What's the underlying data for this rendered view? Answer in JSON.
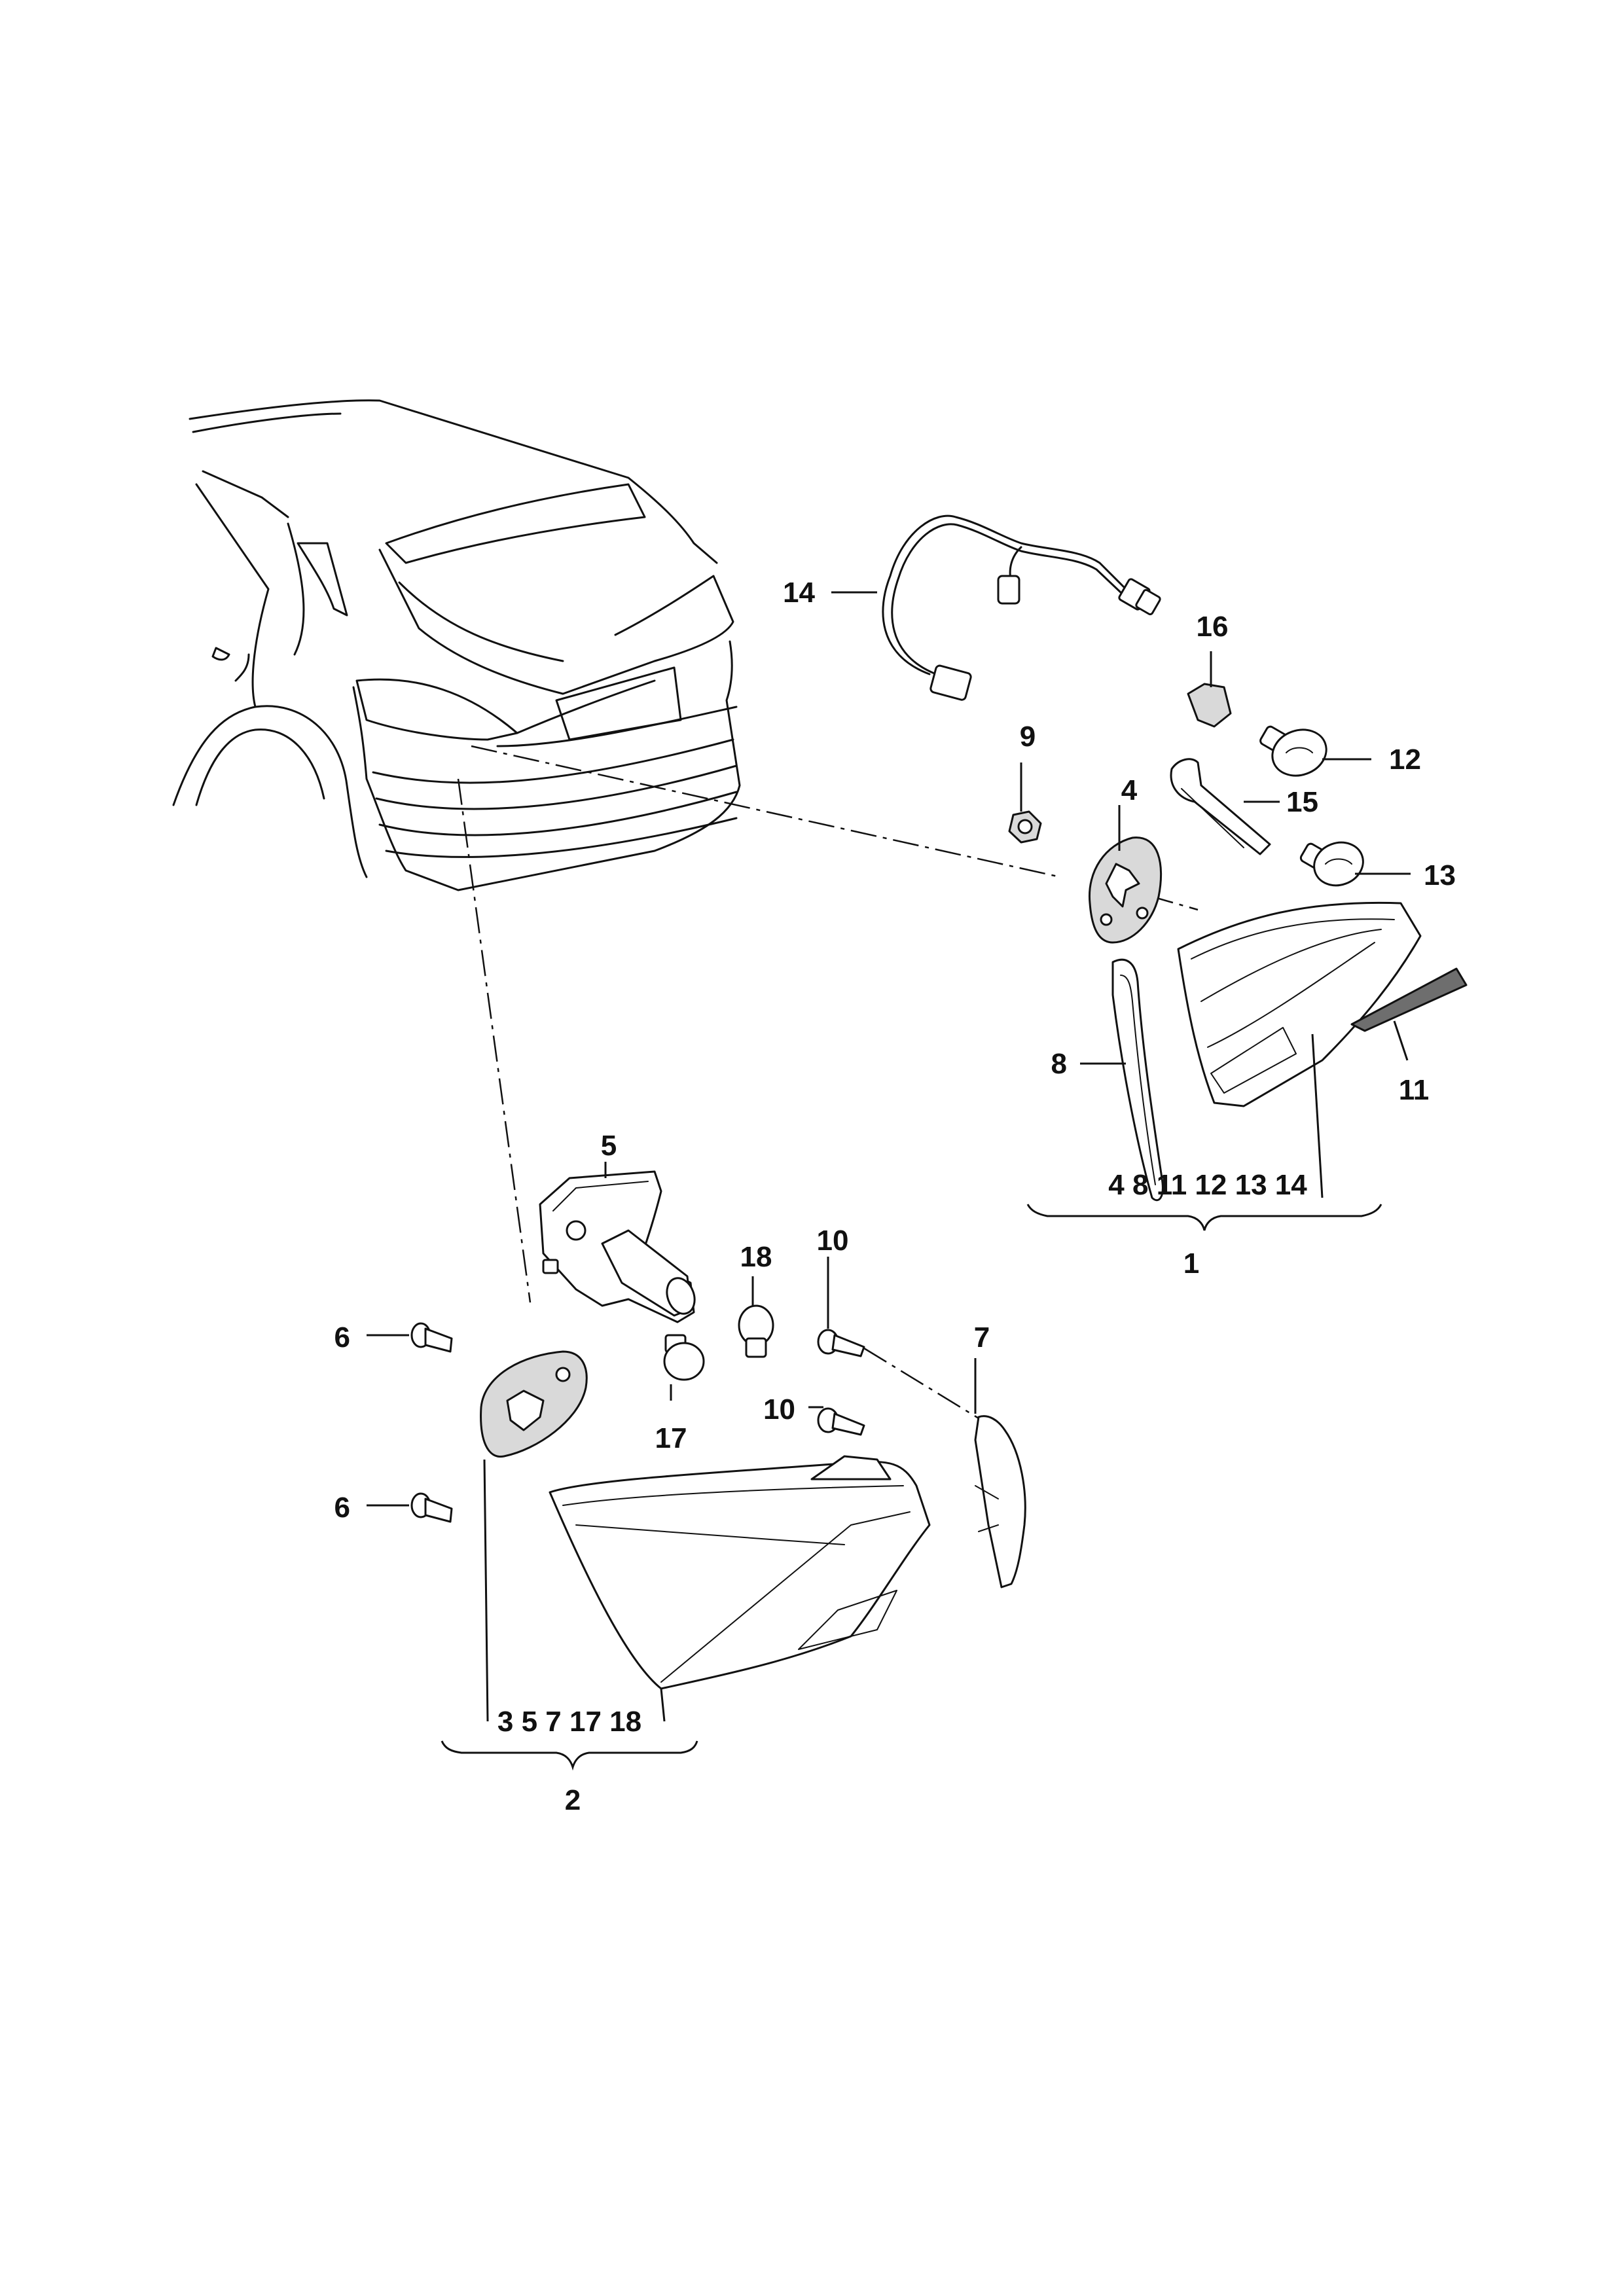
{
  "callouts": {
    "c1": "1",
    "c2": "2",
    "c3": "3",
    "c4": "4",
    "c5": "5",
    "c6a": "6",
    "c6b": "6",
    "c7": "7",
    "c8": "8",
    "c9": "9",
    "c10a": "10",
    "c10b": "10",
    "c11": "11",
    "c12": "12",
    "c13": "13",
    "c14": "14",
    "c15": "15",
    "c16": "16",
    "c17": "17",
    "c18": "18"
  },
  "groups": {
    "group1": {
      "number": "1",
      "members": "4 8 11 12 13 14"
    },
    "group2": {
      "number": "2",
      "members": "3 5 7 17 18"
    }
  }
}
